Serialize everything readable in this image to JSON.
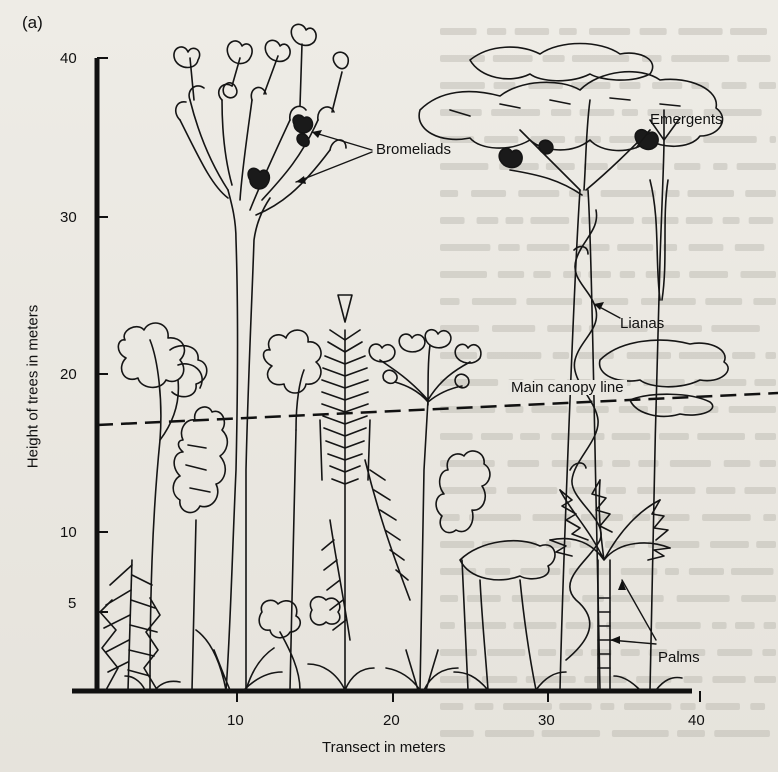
{
  "panel_label": "(a)",
  "y_axis": {
    "label": "Height of trees in meters",
    "ticks": [
      "40",
      "30",
      "20",
      "10",
      "5"
    ]
  },
  "x_axis": {
    "label": "Transect in meters",
    "ticks": [
      "10",
      "20",
      "30",
      "40"
    ]
  },
  "labels": {
    "bromeliads": "Bromeliads",
    "emergents": "Emergents",
    "lianas": "Lianas",
    "main_canopy": "Main canopy line",
    "palms": "Palms"
  },
  "colors": {
    "ink": "#111111",
    "paper": "#e9e7e1",
    "bleed_text": "#b9b6ae"
  }
}
